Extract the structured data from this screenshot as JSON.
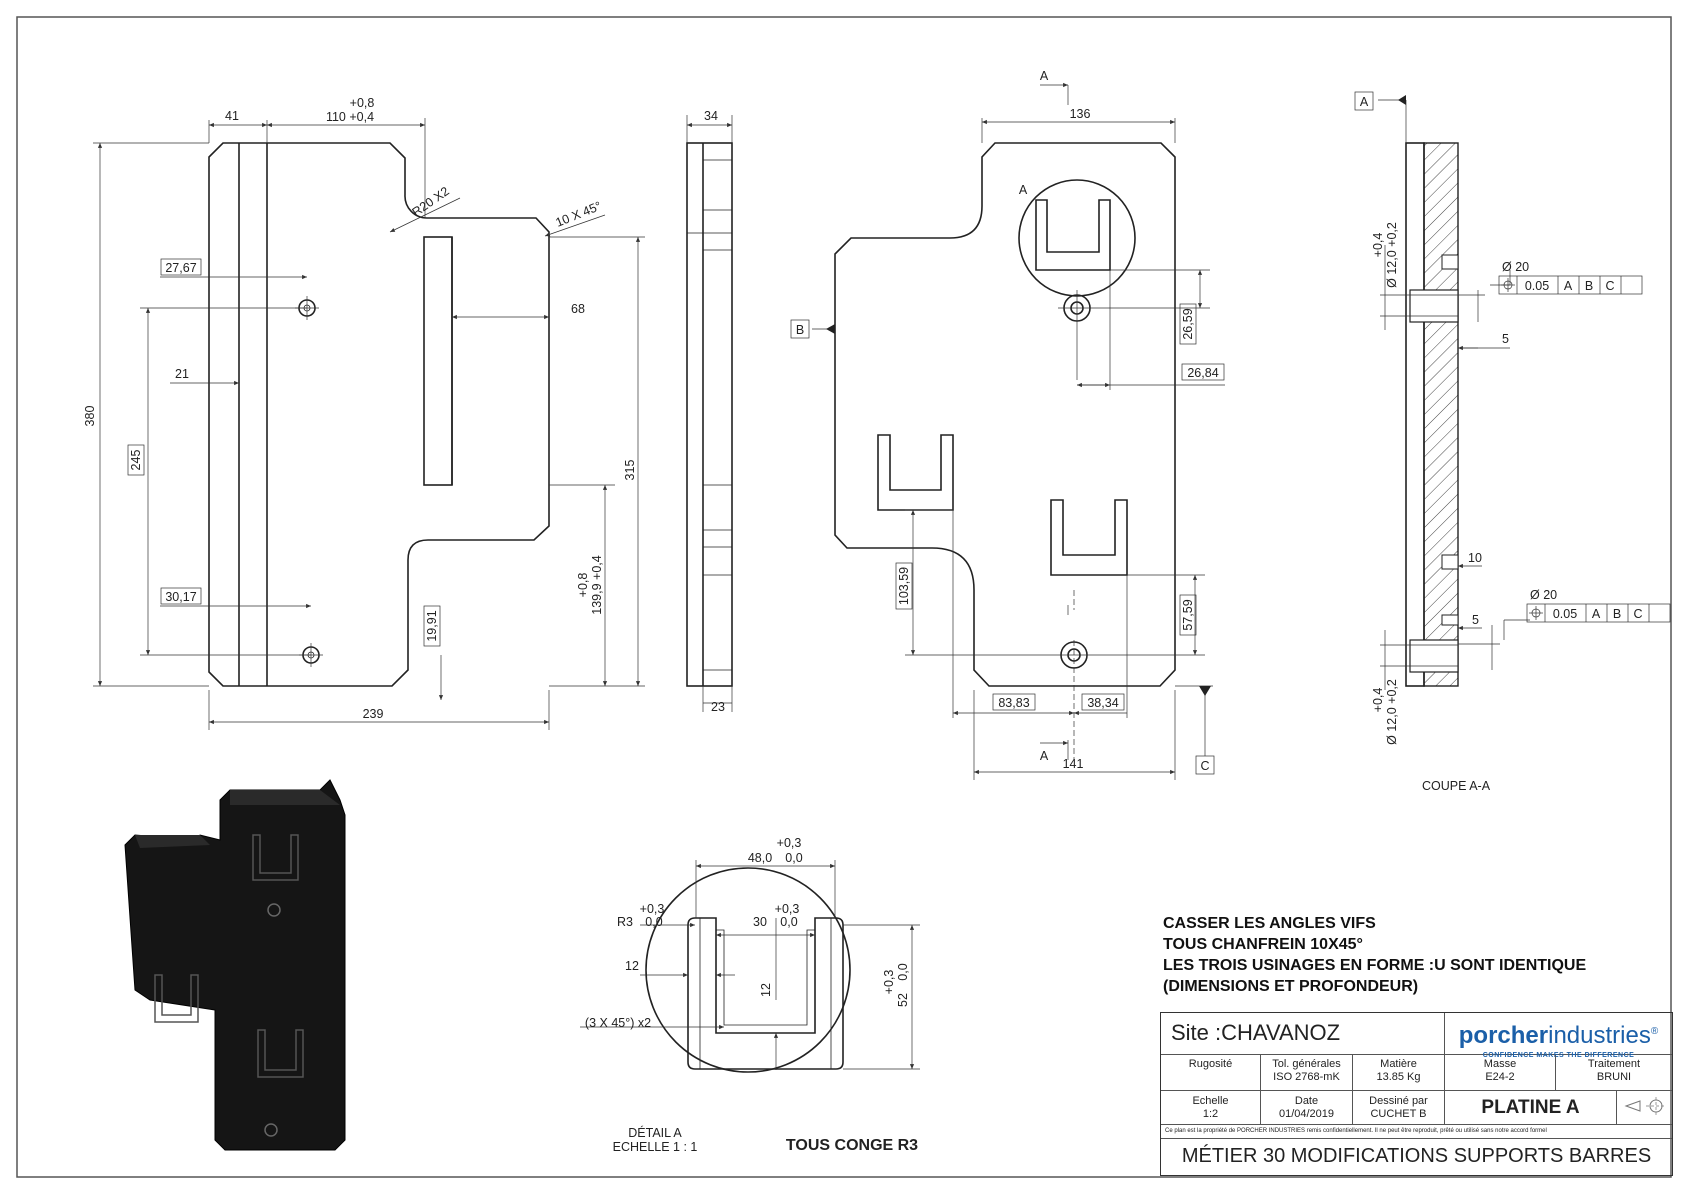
{
  "labels": {
    "d41": "41",
    "d_tol_08": "+0,8",
    "d110": "110 +0,4",
    "d34": "34",
    "d136": "136",
    "sec_a_top": "A",
    "datum_a": "A",
    "r20": "R20 X2",
    "chamfer": "10 X 45°",
    "d2767": "27,67",
    "d68": "68",
    "d21": "21",
    "d380": "380",
    "d245": "245",
    "d315": "315",
    "d1399": "139,9 +0,4",
    "d1399tol": "+0,8",
    "d3017": "30,17",
    "d1991": "19,91",
    "d239": "239",
    "d23": "23",
    "detail_a_mark": "A",
    "datum_b": "B",
    "d2659": "26,59",
    "d2684": "26,84",
    "d10359": "103,59",
    "d5759": "57,59",
    "d8383": "83,83",
    "d3834": "38,34",
    "sec_a_bottom": "A",
    "d141": "141",
    "datum_c": "C",
    "d12_top": "Ø 12,0 +0,2",
    "d12_top_tol": "+0,4",
    "d12_bot": "Ø 12,0 +0,2",
    "d12_bot_tol": "+0,4",
    "phi20_top": "Ø 20",
    "phi20_bot": "Ø 20",
    "fcf_tol": "0.05",
    "fcf_a": "A",
    "fcf_b": "B",
    "fcf_c": "C",
    "d5_top": "5",
    "d10": "10",
    "d5_bot": "5",
    "coupe": "COUPE A-A",
    "det_48": "48,0",
    "det_48_tol1": "+0,3",
    "det_48_tol2": "0,0",
    "det_r3": "R3",
    "det_r3_tol1": "+0,3",
    "det_r3_tol2": "0,0",
    "det_30": "30",
    "det_30_tol1": "+0,3",
    "det_30_tol2": "0,0",
    "det_12a": "12",
    "det_12b": "12",
    "det_chamfer": "(3 X 45°) x2",
    "det_52": "52",
    "det_52_tol1": "+0,3",
    "det_52_tol2": "0,0",
    "detail_title": "DÉTAIL A",
    "detail_scale": "ECHELLE 1 : 1",
    "tous_conge": "TOUS CONGE R3"
  },
  "notes": [
    "CASSER LES ANGLES VIFS",
    "TOUS CHANFREIN 10X45°",
    "LES TROIS USINAGES EN FORME :U SONT IDENTIQUE",
    "(DIMENSIONS ET PROFONDEUR)"
  ],
  "title_block": {
    "site": "Site :CHAVANOZ",
    "brand_a": "porcher",
    "brand_b": "industries",
    "brand_reg": "®",
    "slogan": "CONFIDENCE MAKES THE DIFFERENCE",
    "rugosite_label": "Rugosité",
    "tol_label": "Tol. générales",
    "tol_value": "ISO 2768-mK",
    "matiere_label": "Matière",
    "matiere_value": "13.85 Kg",
    "masse_label": "Masse",
    "masse_value": "E24-2",
    "traitement_label": "Traitement",
    "traitement_value": "BRUNI",
    "echelle_label": "Echelle",
    "echelle_value": "1:2",
    "date_label": "Date",
    "date_value": "01/04/2019",
    "dessine_label": "Dessiné par",
    "dessine_value": "CUCHET B",
    "part_name": "PLATINE A",
    "legal": "Ce plan est la propriété de PORCHER INDUSTRIES remis confidentiellement. Il ne peut être reproduit, prêté ou utilisé sans notre accord formel",
    "footer": "MÉTIER 30 MODIFICATIONS SUPPORTS BARRES"
  }
}
